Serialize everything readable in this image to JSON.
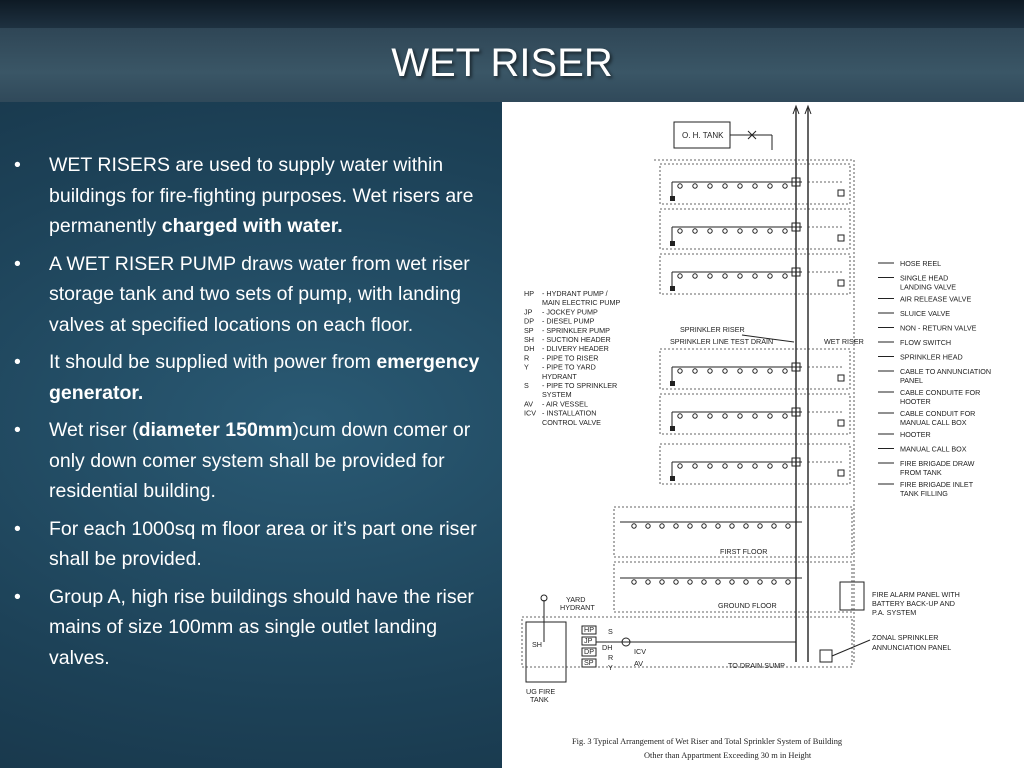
{
  "title": "WET RISER",
  "bullets": [
    {
      "parts": [
        {
          "text": "WET RISERS are used to supply water within buildings for fire-fighting purposes. Wet risers are permanently ",
          "bold": false
        },
        {
          "text": "charged with water.",
          "bold": true
        }
      ]
    },
    {
      "parts": [
        {
          "text": "A WET RISER PUMP draws water from wet riser storage tank and two sets of pump, with landing valves at specified locations on each floor.",
          "bold": false
        }
      ]
    },
    {
      "parts": [
        {
          "text": "It should be supplied with power from ",
          "bold": false
        },
        {
          "text": "emergency generator.",
          "bold": true
        }
      ]
    },
    {
      "parts": [
        {
          "text": "Wet riser (",
          "bold": false
        },
        {
          "text": "diameter 150mm",
          "bold": true
        },
        {
          "text": ")cum down comer or only down comer system shall be provided for residential building.",
          "bold": false
        }
      ]
    },
    {
      "parts": [
        {
          "text": "For each 1000sq m floor area or it’s part one riser shall be provided.",
          "bold": false
        }
      ]
    },
    {
      "parts": [
        {
          "text": "Group A, high rise buildings should have the riser mains of size 100mm as single outlet landing valves.",
          "bold": false
        }
      ]
    }
  ],
  "bullet_symbol": "•",
  "diagram": {
    "oh_tank": "O. H. TANK",
    "abbrev_legend": [
      [
        "HP",
        "- HYDRANT PUMP /"
      ],
      [
        "",
        "  MAIN ELECTRIC PUMP"
      ],
      [
        "JP",
        "- JOCKEY PUMP"
      ],
      [
        "DP",
        "- DIESEL PUMP"
      ],
      [
        "SP",
        "- SPRINKLER PUMP"
      ],
      [
        "SH",
        "- SUCTION HEADER"
      ],
      [
        "DH",
        "- DLIVERY HEADER"
      ],
      [
        "R",
        "- PIPE TO RISER"
      ],
      [
        "Y",
        "- PIPE TO YARD"
      ],
      [
        "",
        "  HYDRANT"
      ],
      [
        "S",
        "- PIPE TO SPRINKLER"
      ],
      [
        "",
        "  SYSTEM"
      ],
      [
        "AV",
        "- AIR VESSEL"
      ],
      [
        "ICV",
        "- INSTALLATION"
      ],
      [
        "",
        "  CONTROL VALVE"
      ]
    ],
    "labels": {
      "sprinkler_riser": "SPRINKLER RISER",
      "sprinkler_test_drain": "SPRINKLER LINE TEST DRAIN",
      "wet_riser": "WET RISER",
      "first_floor": "FIRST FLOOR",
      "ground_floor": "GROUND FLOOR",
      "yard_hydrant_1": "YARD",
      "yard_hydrant_2": "HYDRANT",
      "to_drain_sump": "TO DRAIN SUMP",
      "ug_tank_1": "UG FIRE",
      "ug_tank_2": "TANK",
      "icv": "ICV",
      "av": "AV",
      "sh": "SH",
      "dh": "DH",
      "hp": "HP",
      "jp": "JP",
      "dp": "DP",
      "sp": "SP",
      "s": "S",
      "r": "R",
      "y": "Y",
      "fire_alarm_1": "FIRE ALARM PANEL WITH",
      "fire_alarm_2": "BATTERY BACK-UP AND",
      "fire_alarm_3": "P.A. SYSTEM",
      "zonal_1": "ZONAL SPRINKLER",
      "zonal_2": "ANNUNCIATION PANEL"
    },
    "symbol_legend": [
      "HOSE REEL",
      "SINGLE HEAD|LANDING VALVE",
      "AIR RELEASE VALVE",
      "SLUICE VALVE",
      "NON - RETURN VALVE",
      "FLOW SWITCH",
      "SPRINKLER HEAD",
      "CABLE TO ANNUNCIATION|PANEL",
      "CABLE CONDUITE FOR|HOOTER",
      "CABLE CONDUIT FOR|MANUAL CALL BOX",
      "HOOTER",
      "MANUAL CALL BOX",
      "FIRE BRIGADE DRAW|FROM TANK",
      "FIRE BRIGADE INLET|TANK FILLING"
    ],
    "caption_1": "Fig. 3  Typical Arrangement of Wet Riser and Total Sprinkler System of Building",
    "caption_2": "Other than Appartment Exceeding 30 m in Height"
  }
}
